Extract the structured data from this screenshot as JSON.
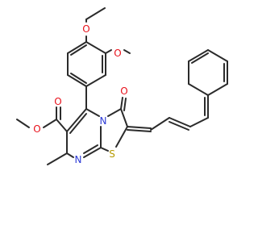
{
  "molecule": {
    "atoms": {
      "o1": {
        "symbol": "O",
        "color": "#e8111b"
      },
      "o2": {
        "symbol": "O",
        "color": "#e8111b"
      },
      "o3": {
        "symbol": "O",
        "color": "#e8111b"
      },
      "o4": {
        "symbol": "O",
        "color": "#e8111b"
      },
      "o5": {
        "symbol": "O",
        "color": "#e8111b"
      },
      "n1": {
        "symbol": "N",
        "color": "#2d3bd6"
      },
      "n2": {
        "symbol": "N",
        "color": "#2d3bd6"
      },
      "s1": {
        "symbol": "S",
        "color": "#b59a00"
      }
    },
    "bond_color": "#2b2b2b"
  }
}
